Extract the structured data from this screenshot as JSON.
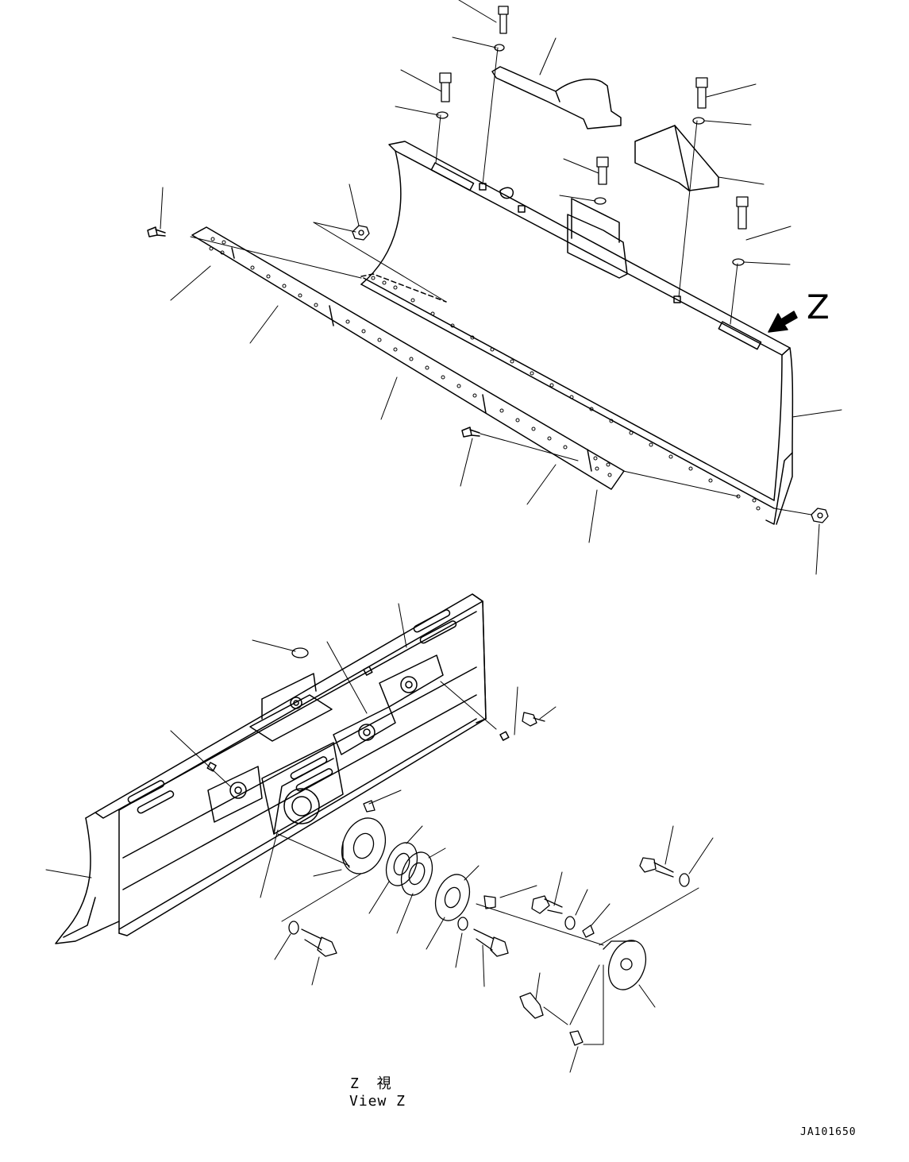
{
  "diagram": {
    "view_marker": "Z",
    "view_caption_ja": "Z 視",
    "view_caption_en": "View Z",
    "drawing_number": "JA101650"
  },
  "style": {
    "stroke": "#000000",
    "background": "#ffffff"
  }
}
